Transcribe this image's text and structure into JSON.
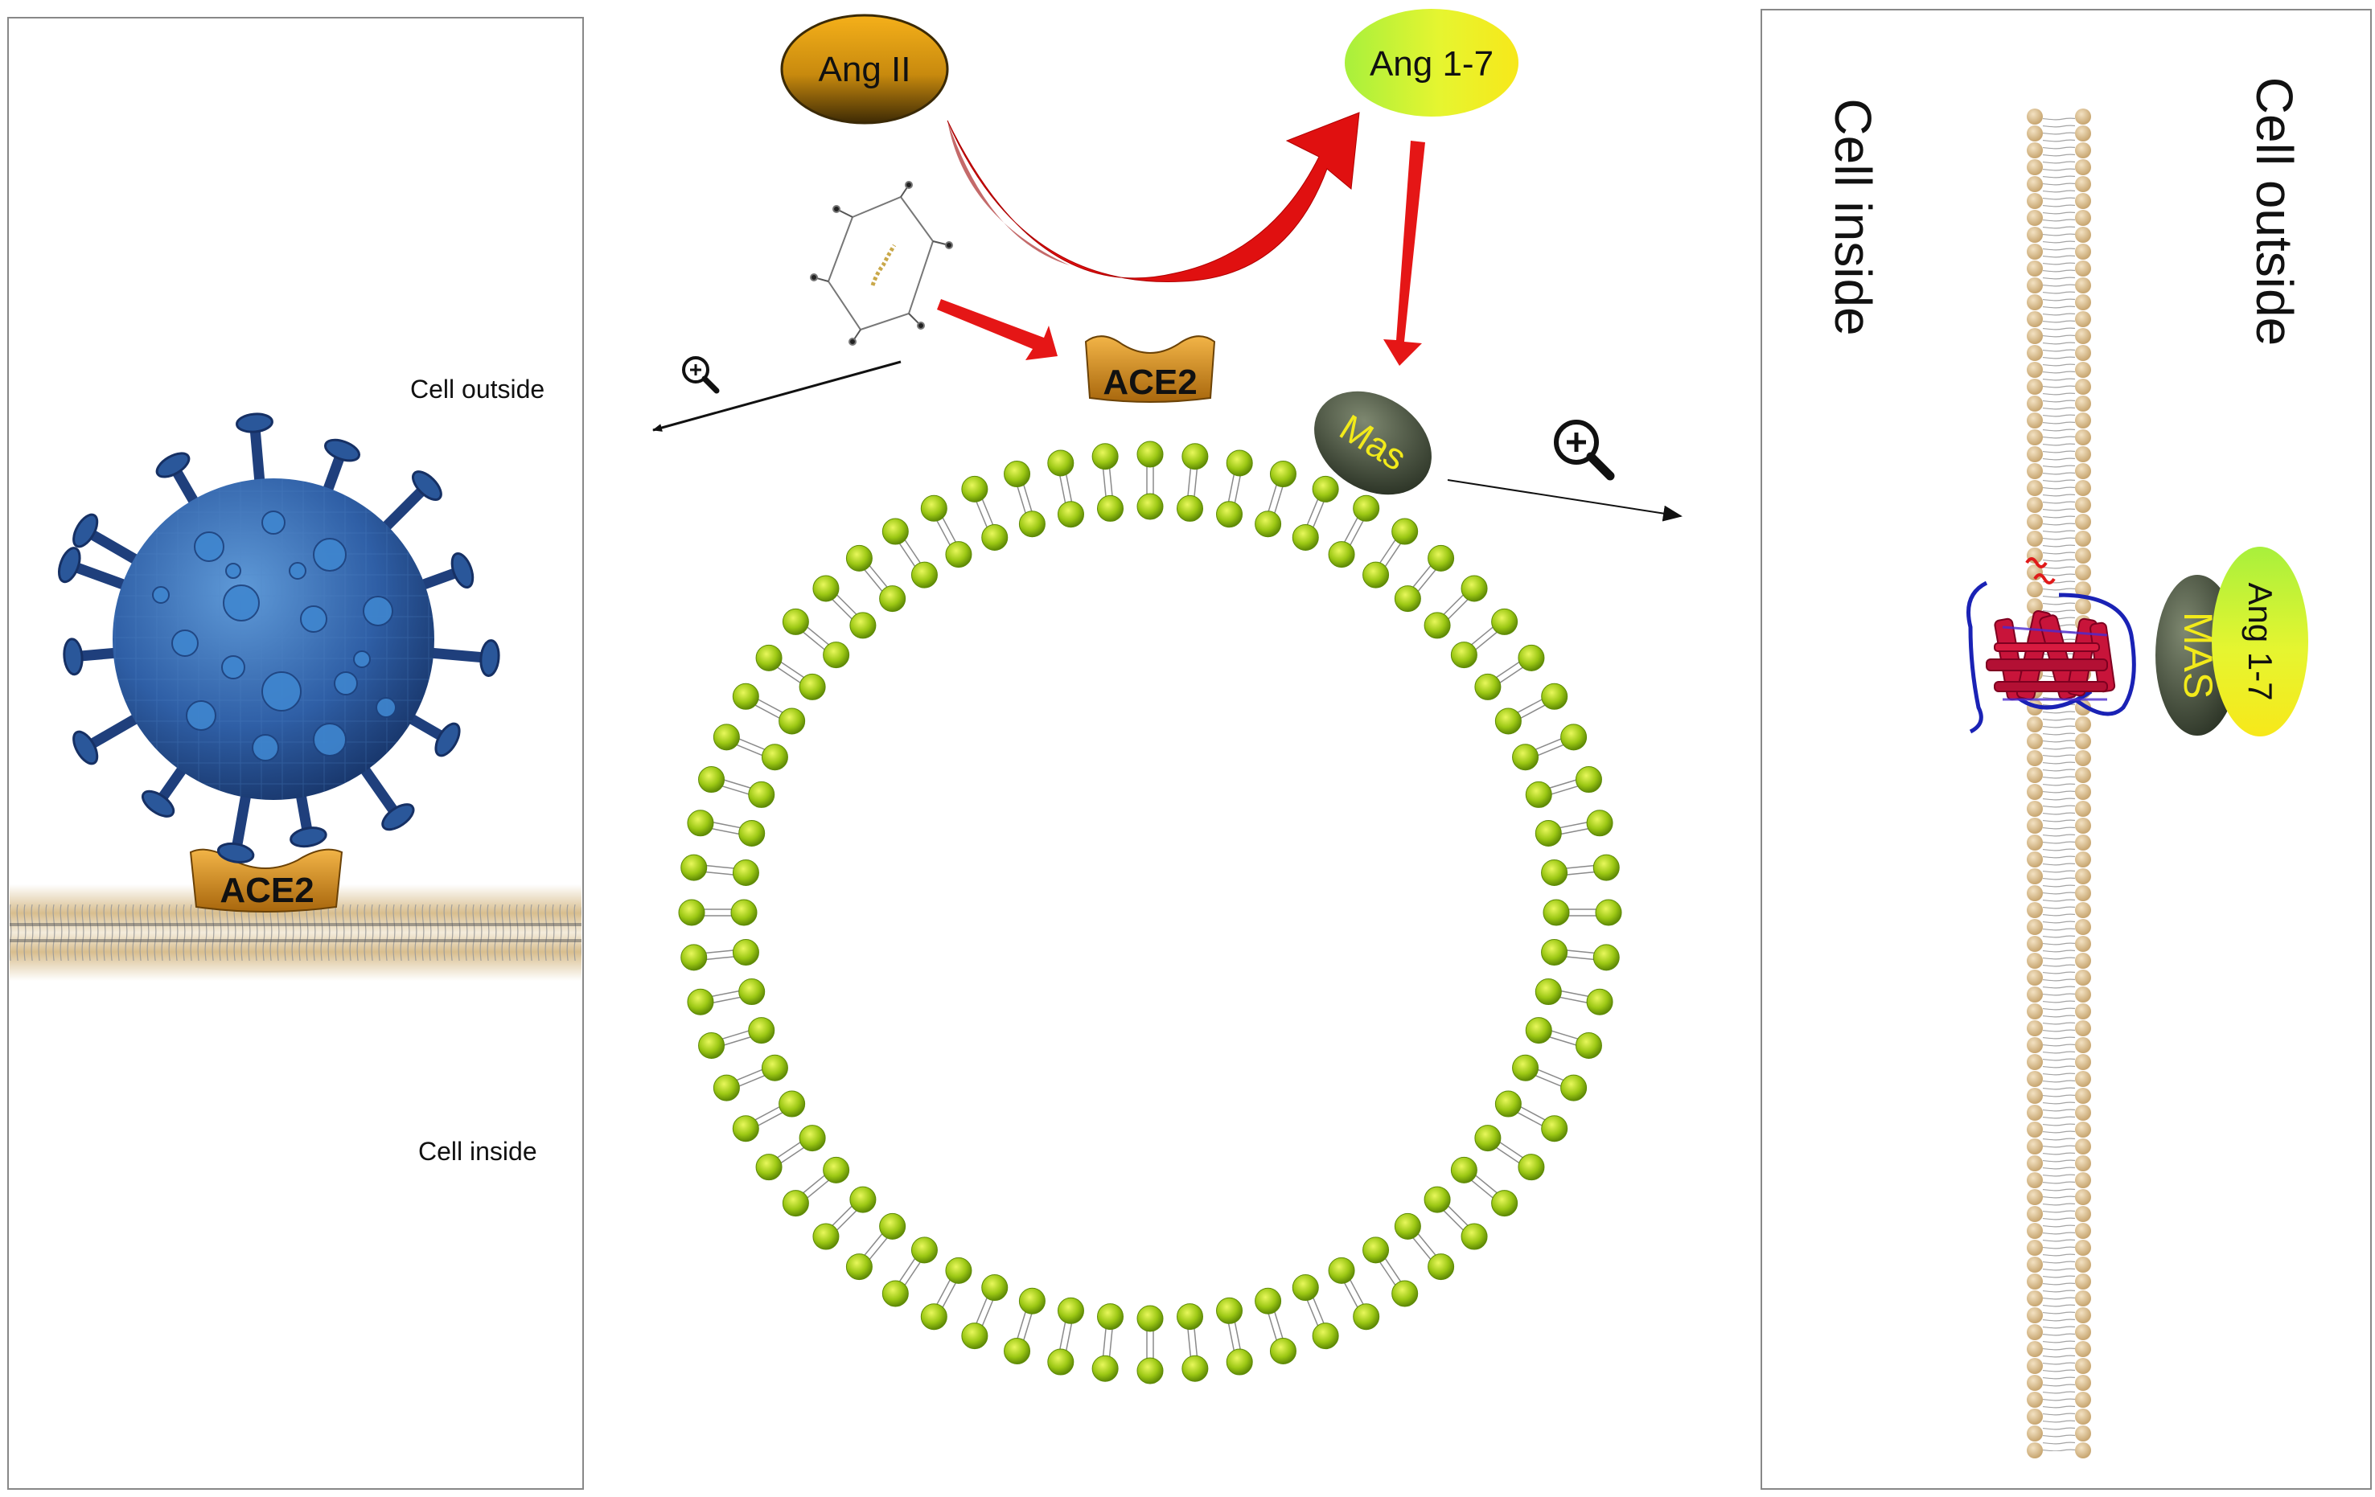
{
  "left_panel": {
    "outside_label": "Cell outside",
    "inside_label": "Cell inside",
    "receptor_label": "ACE2"
  },
  "center": {
    "ang2_label": "Ang II",
    "ang17_label": "Ang 1-7",
    "ace2_label": "ACE2",
    "mas_label": "Mas"
  },
  "right_panel": {
    "inside_label": "Cell inside",
    "outside_label": "Cell outside",
    "mas_label": "MAS",
    "ang17_label": "Ang 1-7"
  },
  "colors": {
    "arrow_red": "#ee1111",
    "lipid_green": "#8cc50f",
    "ace2_orange": "#e39a1e",
    "membrane_tan": "#d7bf95",
    "virus_blue": "#2a579a",
    "mas_gray": "#525d48",
    "protein_red": "#cc1133",
    "protein_blue": "#1a22b5"
  },
  "icons": [
    "zoom-in-icon",
    "virus-icon",
    "virus-particle-icon"
  ]
}
